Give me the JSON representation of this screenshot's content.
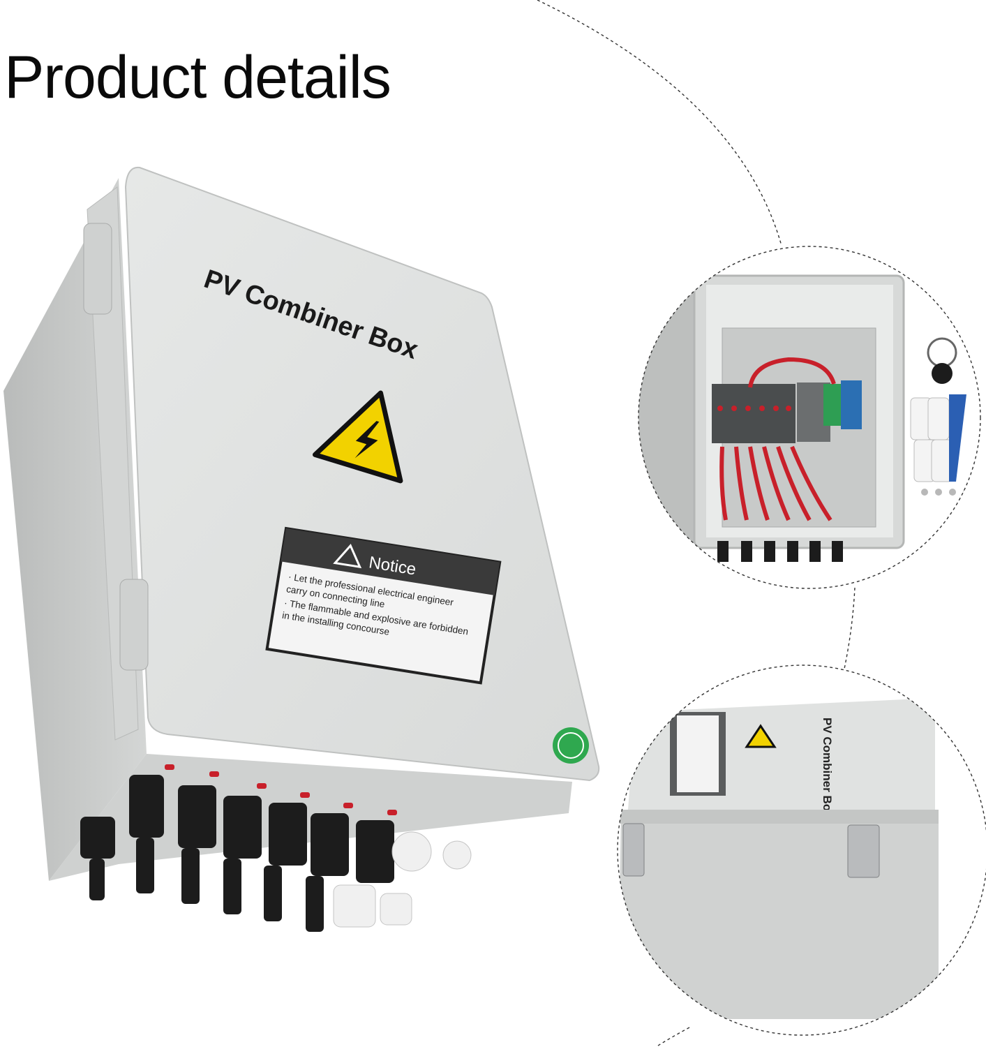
{
  "page": {
    "title": "Product details"
  },
  "product": {
    "box_title": "PV Combiner Box",
    "notice": {
      "heading": "Notice",
      "lines": [
        "· Let the professional electrical engineer",
        "  carry on connecting line",
        "· The flammable and explosive are forbidden",
        "  in the installing concourse"
      ]
    }
  },
  "detail_views": [
    {
      "name": "interior-view"
    },
    {
      "name": "latch-view"
    }
  ],
  "colors": {
    "box_body": "#dcdedd",
    "box_side": "#c9cbca",
    "warning": "#f2d200",
    "wire": "#c8202a"
  }
}
